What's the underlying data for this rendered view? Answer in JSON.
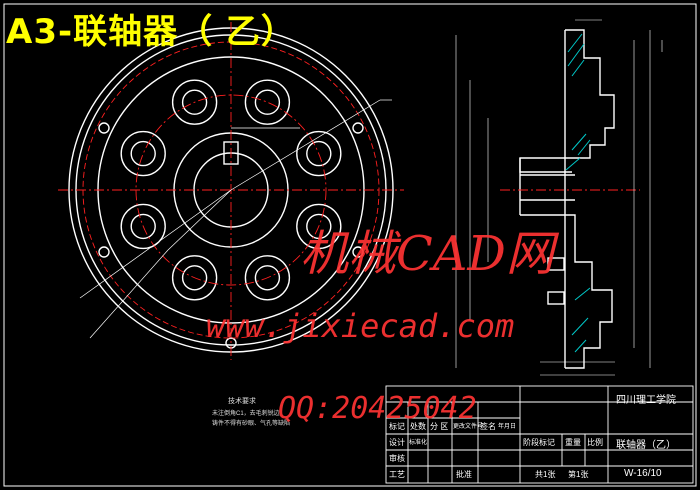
{
  "drawing_title": "A3-联轴器（ 乙）",
  "watermark": {
    "brand": "机械CAD网",
    "url": "www.jixiecad.com",
    "qq": "QQ:20425042"
  },
  "title_block": {
    "school": "四川理工学院",
    "part_name": "联轴器（乙）",
    "drawing_no": "W-16/10",
    "cells": [
      "阶段标记",
      "重量",
      "比例",
      "共1张",
      "第1张",
      "设计",
      "标准化",
      "审核",
      "工艺",
      "批准",
      "标记",
      "处数",
      "分 区",
      "更改文件号",
      "签名",
      "年月日"
    ]
  },
  "notes": {
    "heading": "技术要求",
    "lines": [
      "未注倒角C1，去毛刺锐边",
      "铸件不得有砂眼、气孔等缺陷"
    ]
  },
  "colors": {
    "line": "#ffffff",
    "center_line": "#ff2020",
    "title": "#ffff00",
    "watermark": "#ff3333",
    "hatch": "#00c8c8"
  }
}
